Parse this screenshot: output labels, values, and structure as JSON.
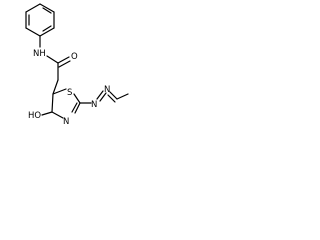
{
  "structure": {
    "labels": {
      "nh": "NH",
      "o_carbonyl": "O",
      "s_ring": "S",
      "oh": "HO",
      "n_ring": "N",
      "n_azo_1": "N",
      "n_azo_2": "N"
    }
  }
}
